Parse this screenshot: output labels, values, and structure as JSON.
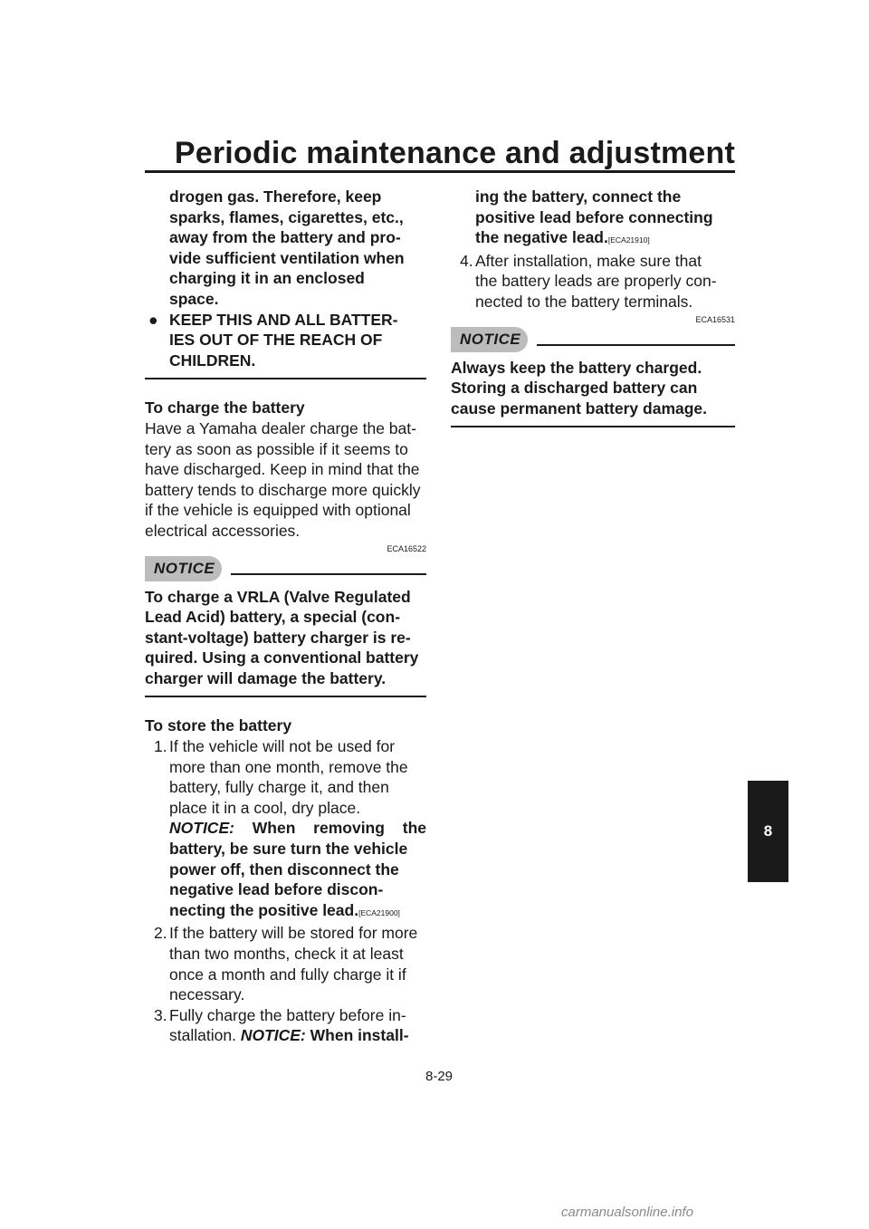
{
  "header": {
    "title": "Periodic maintenance and adjustment"
  },
  "left": {
    "warning_cont": "drogen gas. Therefore, keep sparks, flames, cigarettes, etc., away from the battery and provide sufficient ventilation when charging it in an enclosed space.",
    "warning_cont_lines": [
      "drogen gas. Therefore, keep",
      "sparks, flames, cigarettes, etc.,",
      "away from the battery and pro-",
      "vide sufficient ventilation when",
      "charging it in an enclosed",
      "space."
    ],
    "bullet_symbol": "●",
    "bullet_lines": [
      "KEEP THIS AND ALL BATTER-",
      "IES OUT OF THE REACH OF",
      "CHILDREN."
    ],
    "charge_heading": "To charge the battery",
    "charge_lines": [
      "Have a Yamaha dealer charge the bat-",
      "tery as soon as possible if it seems to",
      "have discharged. Keep in mind that the",
      "battery tends to discharge more quickly",
      "if the vehicle is equipped with optional",
      "electrical accessories."
    ],
    "charge_code": "ECA16522",
    "notice_label": "NOTICE",
    "notice_lines": [
      "To charge a VRLA (Valve Regulated",
      "Lead Acid) battery, a special (con-",
      "stant-voltage) battery charger is re-",
      "quired. Using a conventional battery",
      "charger will damage the battery."
    ],
    "store_heading": "To store the battery",
    "item1": {
      "num": "1.",
      "lines": [
        "If the vehicle will not be used for",
        "more than one month, remove the",
        "battery, fully charge it, and then",
        "place it in a cool, dry place."
      ],
      "notice_word": "NOTICE:",
      "bold_first": "When removing the",
      "bold_lines": [
        "battery, be sure turn the vehicle",
        "power off, then disconnect the",
        "negative lead before discon-",
        "necting the positive lead."
      ],
      "tag": "[ECA21900]"
    },
    "item2": {
      "num": "2.",
      "lines": [
        "If the battery will be stored for more",
        "than two months, check it at least",
        "once a month and fully charge it if",
        "necessary."
      ]
    },
    "item3": {
      "num": "3.",
      "line1": "Fully charge the battery before in-",
      "line2_plain": "stallation.",
      "notice_word": "NOTICE:",
      "bold_tail": "When install-"
    }
  },
  "right": {
    "item3_cont_lines": [
      "ing the battery, connect the",
      "positive lead before connecting",
      "the negative lead."
    ],
    "item3_tag": "[ECA21910]",
    "item4": {
      "num": "4.",
      "lines": [
        "After installation, make sure that",
        "the battery leads are properly con-",
        "nected to the battery terminals."
      ]
    },
    "code": "ECA16531",
    "notice_label": "NOTICE",
    "notice_lines": [
      "Always keep the battery charged.",
      "Storing a discharged battery can",
      "cause permanent battery damage."
    ]
  },
  "chapter_tab": "8",
  "page_number": "8-29",
  "watermark": "carmanualsonline.info"
}
